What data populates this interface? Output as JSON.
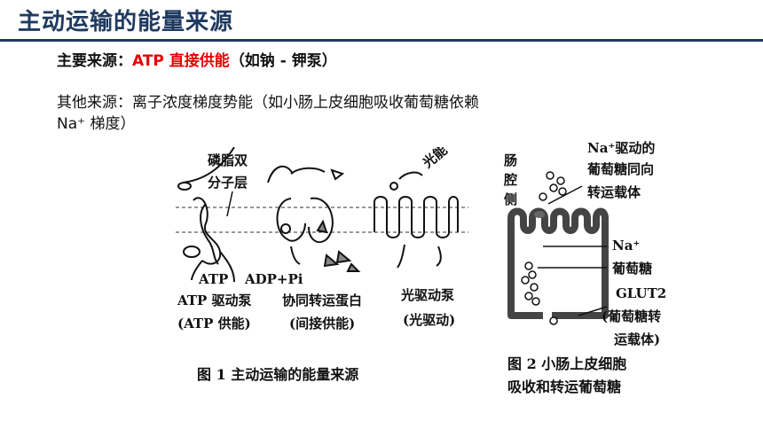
{
  "header": {
    "title": "主动运输的能量来源"
  },
  "main_source": {
    "label": "主要来源：",
    "highlight": "ATP 直接供能",
    "rest": "（如钠 - 钾泵）"
  },
  "other_source": {
    "line1": "其他来源：离子浓度梯度势能（如小肠上皮细胞吸收葡萄糖依赖",
    "line2": "Na⁺ 梯度）"
  },
  "figure1": {
    "label_membrane_1": "磷脂双",
    "label_membrane_2": "分子层",
    "label_light": "光能",
    "label_atp": "ATP",
    "label_adp": "ADP+Pi",
    "col1_name": "ATP 驱动泵",
    "col1_note": "(ATP 供能)",
    "col2_name": "协同转运蛋白",
    "col2_note": "(间接供能)",
    "col3_name": "光驱动泵",
    "col3_note": "(光驱动)",
    "caption": "图 1  主动运输的能量来源"
  },
  "figure2": {
    "lumen_1": "肠",
    "lumen_2": "腔",
    "lumen_3": "侧",
    "top_1": "Na⁺驱动的",
    "top_2": "葡萄糖同向",
    "top_3": "转运载体",
    "na": "Na⁺",
    "glucose": "葡萄糖",
    "glut_1": "GLUT2",
    "glut_2": "(葡萄糖转",
    "glut_3": "运载体)",
    "caption_1": "图 2  小肠上皮细胞",
    "caption_2": "吸收和转运葡萄糖"
  }
}
